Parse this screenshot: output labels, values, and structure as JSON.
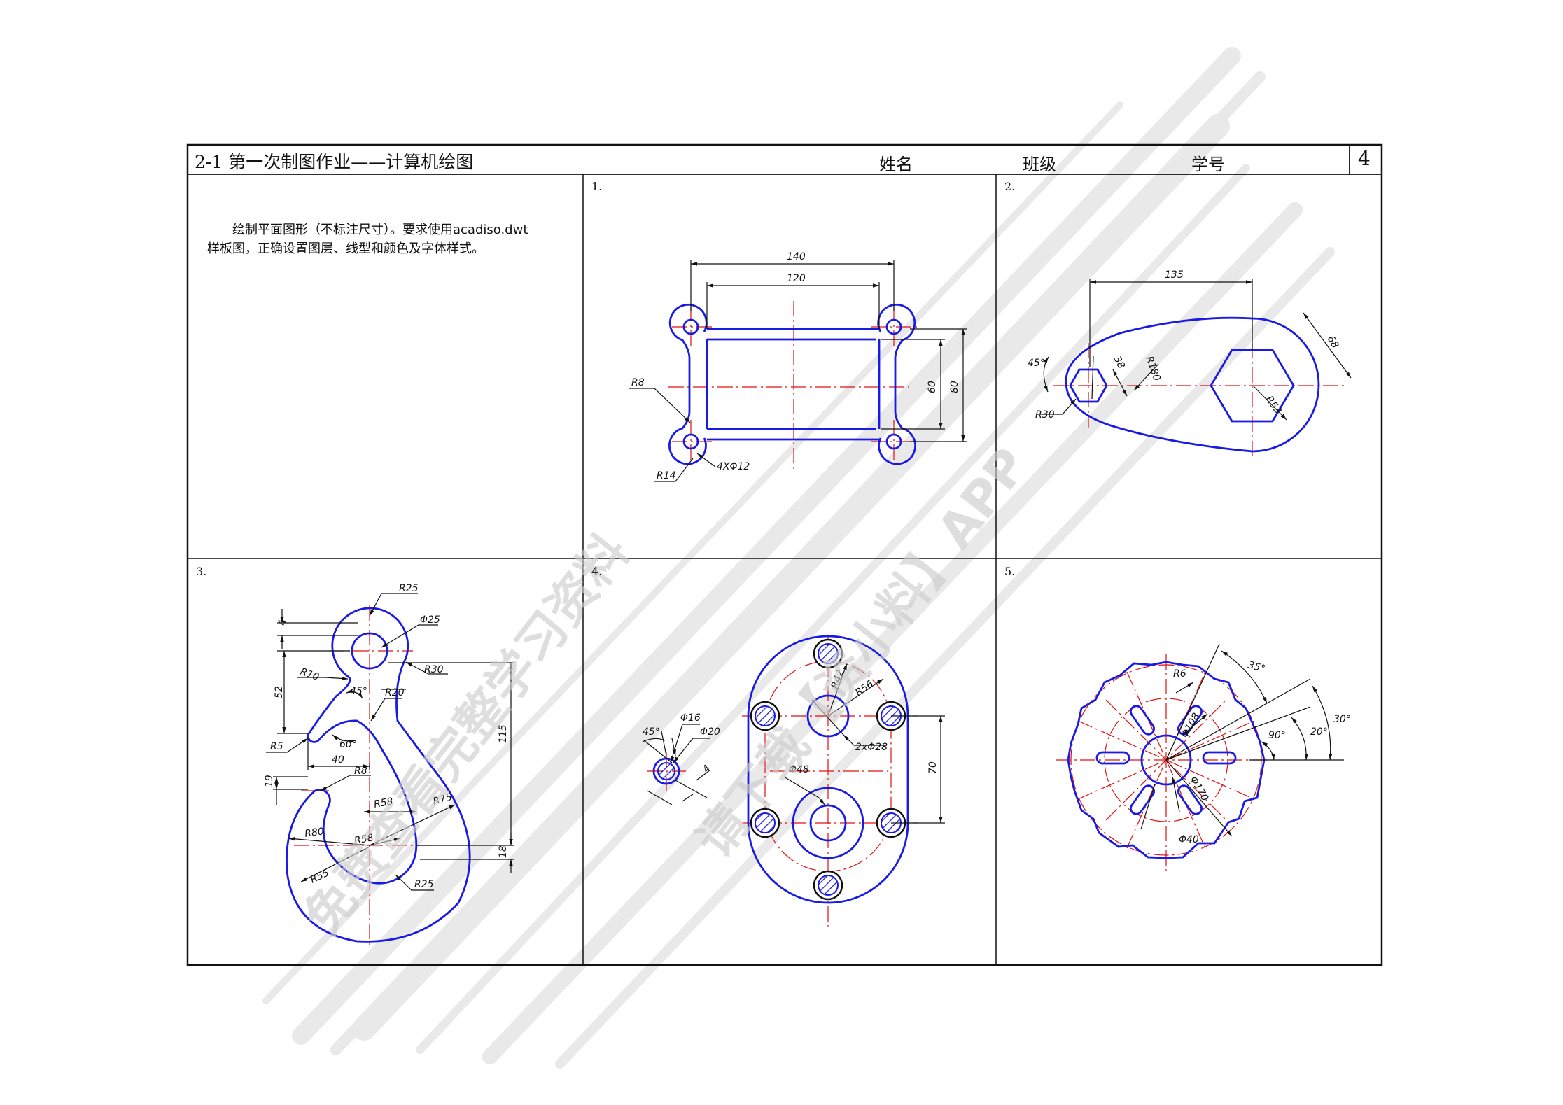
{
  "header": {
    "title": "2-1 第一次制图作业——计算机绘图",
    "name_label": "姓名",
    "class_label": "班级",
    "student_id_label": "学号",
    "page_number": "4"
  },
  "instructions": {
    "line1": "绘制平面图形（不标注尺寸）。要求使用acadiso.dwt",
    "line2": "样板图，正确设置图层、线型和颜色及字体样式。"
  },
  "panels": [
    {
      "number": "1.",
      "dims": [
        "140",
        "120",
        "60",
        "80",
        "R8",
        "R14",
        "4XΦ12"
      ]
    },
    {
      "number": "2.",
      "dims": [
        "135",
        "68",
        "45°",
        "38",
        "R180",
        "R30",
        "R53"
      ]
    },
    {
      "number": "3.",
      "dims": [
        "R25",
        "Φ25",
        "4",
        "R10",
        "R30",
        "52",
        "45°",
        "R20",
        "R5",
        "60°",
        "40",
        "R8",
        "115",
        "19",
        "R58",
        "R75",
        "R80",
        "R58",
        "18",
        "R55",
        "R25"
      ]
    },
    {
      "number": "4.",
      "dims": [
        "R42",
        "R56",
        "45°",
        "Φ16",
        "Φ20",
        "2xΦ28",
        "4",
        "Φ48",
        "70"
      ]
    },
    {
      "number": "5.",
      "dims": [
        "35°",
        "R6",
        "30°",
        "Φ108",
        "90°",
        "20°",
        "Φ170",
        "Φ40"
      ]
    }
  ],
  "watermark": {
    "line1": "免费查看完整学习资料",
    "line2": "请下载【资小料】APP"
  },
  "colors": {
    "outline": "#1a1ae6",
    "centerline": "#e01010",
    "dimension": "#111111",
    "watermark": "#d2d2d2"
  }
}
